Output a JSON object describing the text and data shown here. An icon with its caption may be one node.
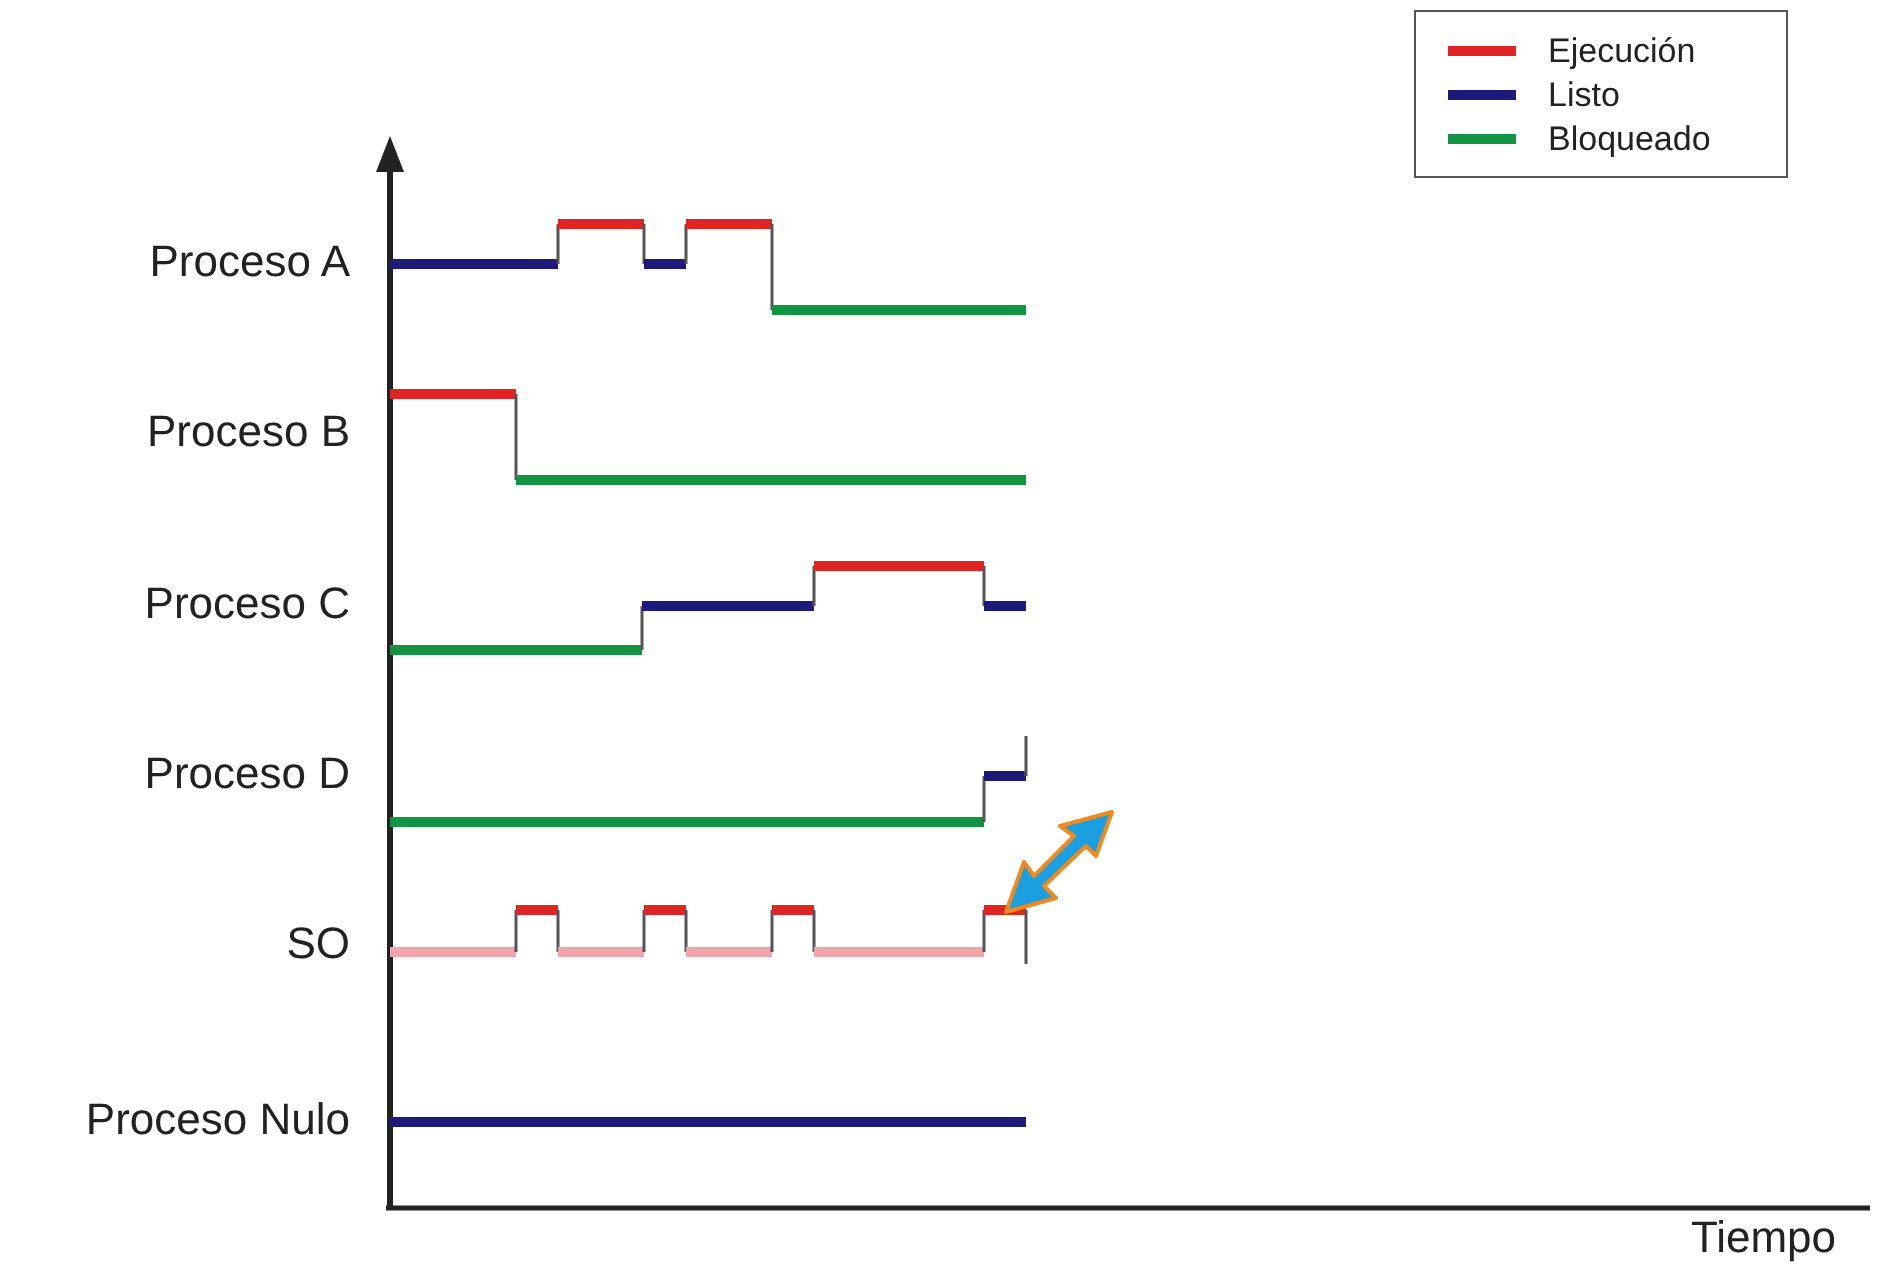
{
  "diagram": {
    "labels": [
      "Proceso A",
      "Proceso B",
      "Proceso C",
      "Proceso D",
      "SO",
      "Proceso Nulo",
      "Tiempo"
    ],
    "legend": [
      {
        "text": "Ejecución",
        "color": "#e02424"
      },
      {
        "text": "Listo",
        "color": "#1c1c78"
      },
      {
        "text": "Bloqueado",
        "color": "#129443"
      }
    ]
  }
}
